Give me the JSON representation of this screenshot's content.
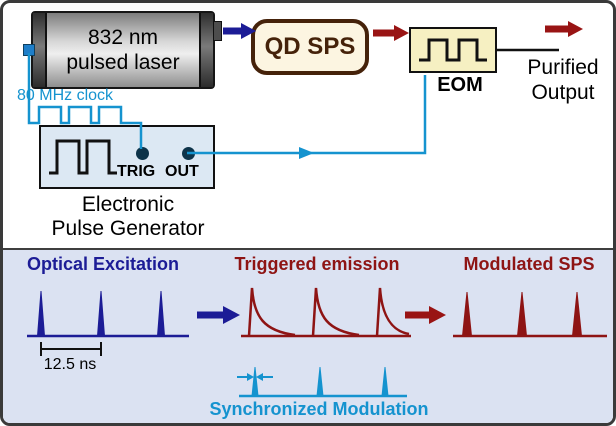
{
  "colors": {
    "navy": "#1c1c96",
    "dark_red": "#991414",
    "emission_red": "#8e1414",
    "cyan": "#1593cf",
    "qd_brown": "#45220a",
    "bottom_background": "#dbe2f2"
  },
  "top": {
    "laser": {
      "line1": "832 nm",
      "line2": "pulsed laser"
    },
    "qd_sps": {
      "label": "QD SPS"
    },
    "eom": {
      "label": "EOM"
    },
    "clock_label": "80 MHz clock",
    "generator": {
      "trig": "TRIG",
      "out": "OUT"
    },
    "generator_caption": {
      "line1": "Electronic",
      "line2": "Pulse Generator"
    },
    "output": {
      "line1": "Purified",
      "line2": "Output"
    }
  },
  "bottom": {
    "optical_label": "Optical Excitation",
    "interval_label": "12.5 ns",
    "triggered_label": "Triggered emission",
    "modulated_label": "Modulated SPS",
    "sync_label": "Synchronized Modulation"
  }
}
